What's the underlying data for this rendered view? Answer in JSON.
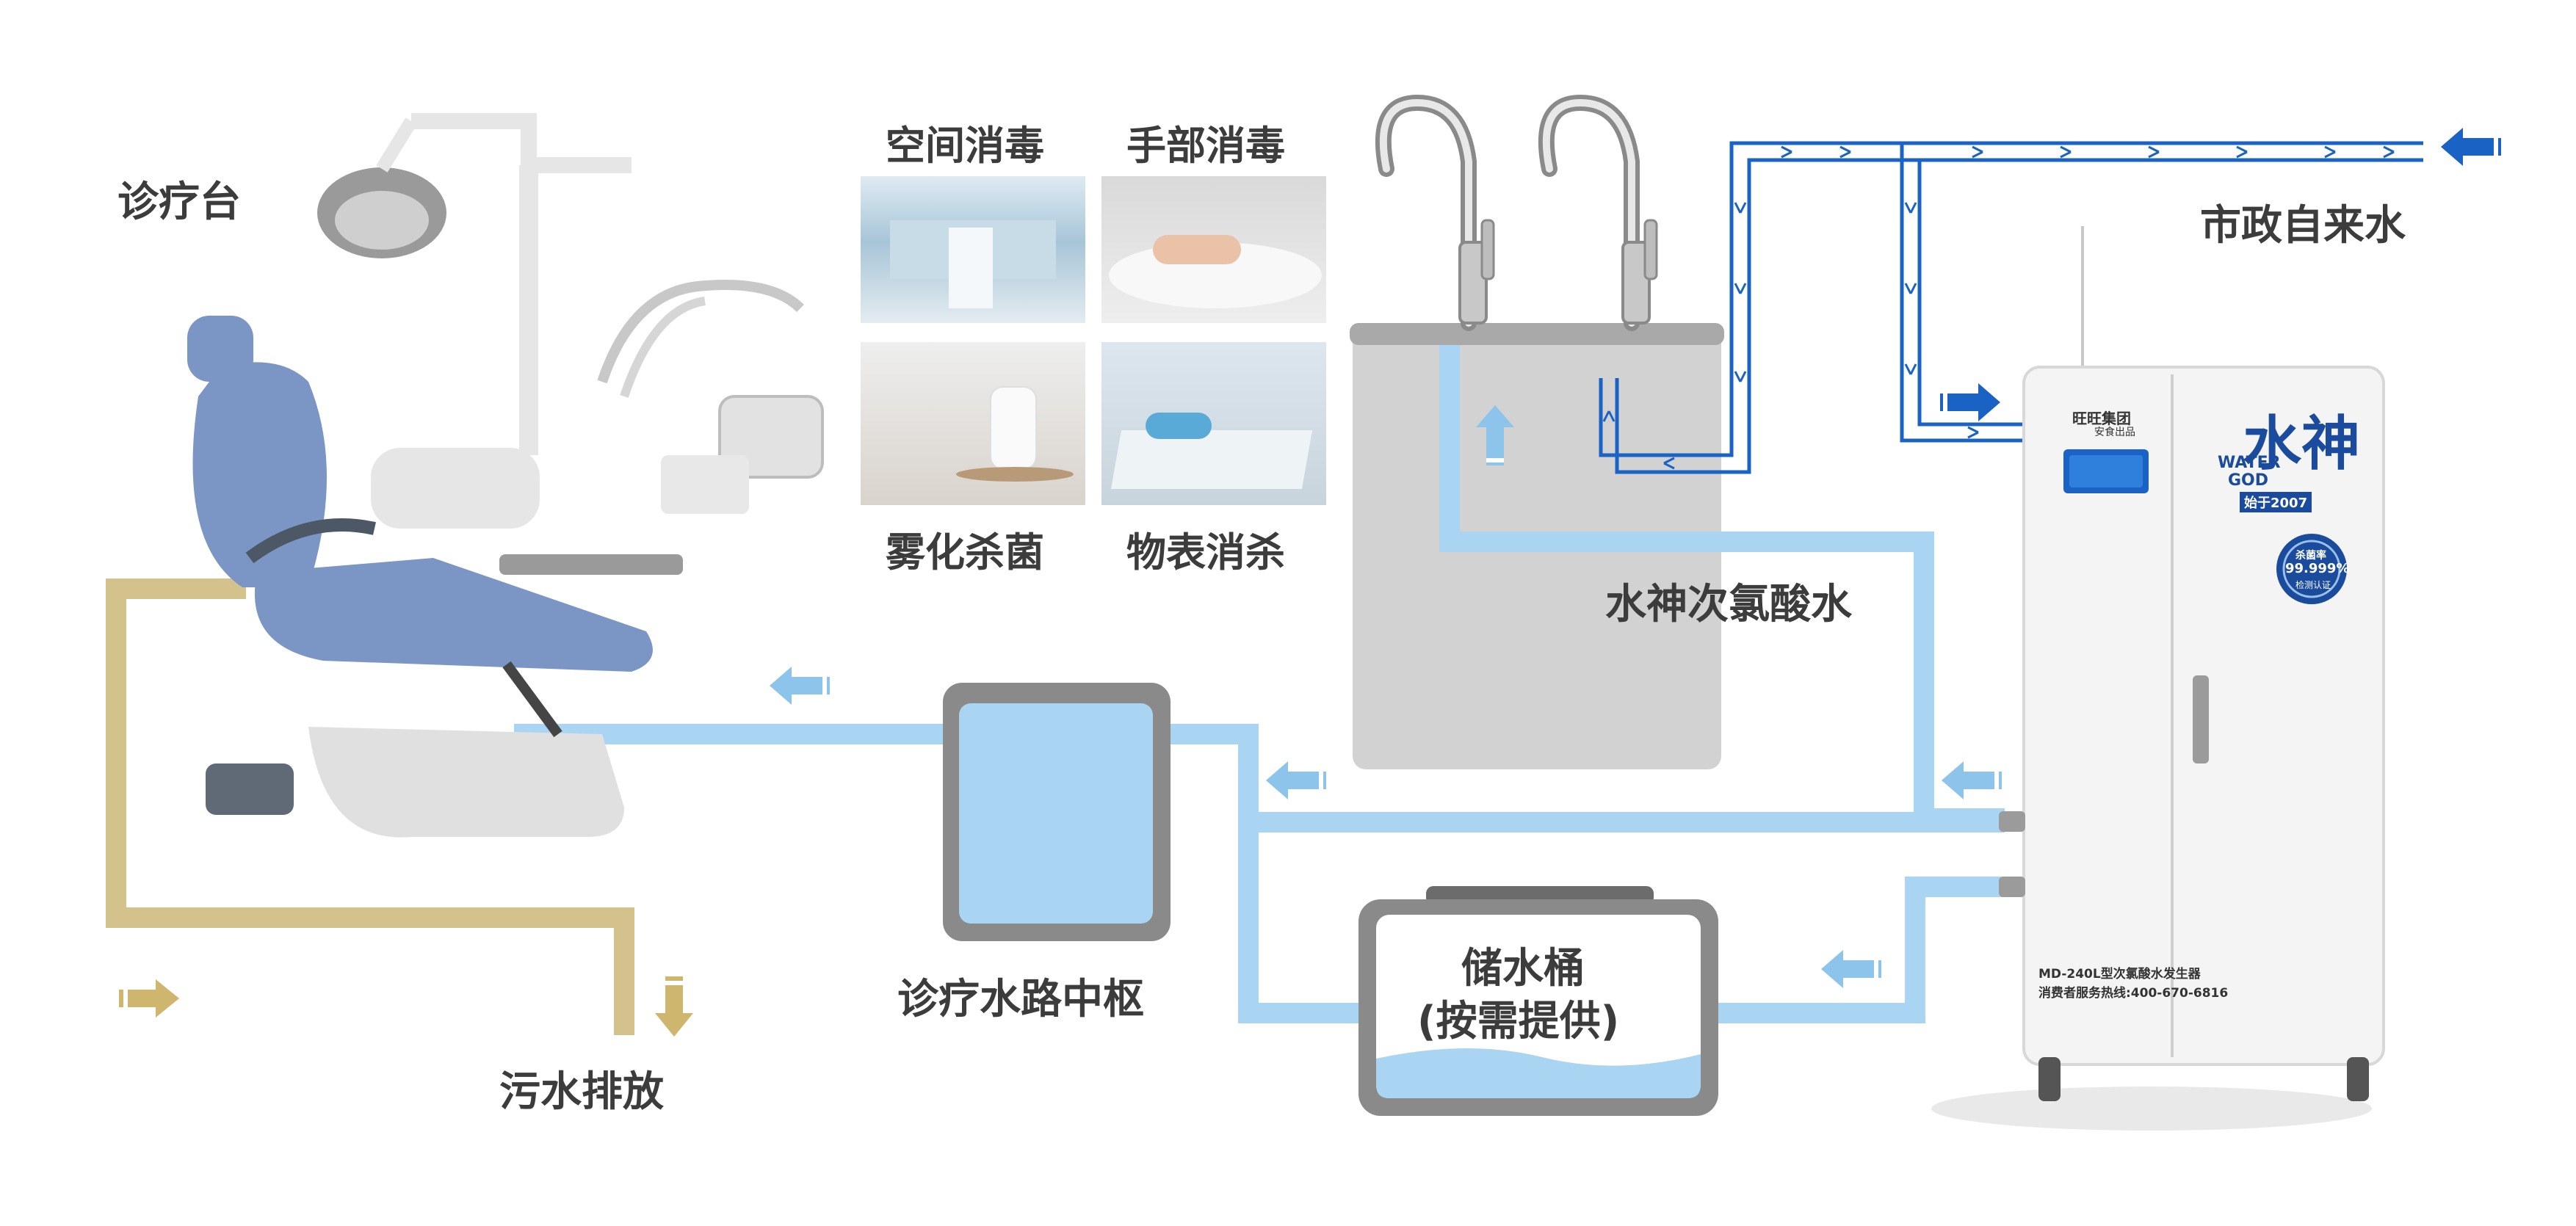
{
  "labels": {
    "dental_unit": "诊疗台",
    "space_disinfection": "空间消毒",
    "hand_disinfection": "手部消毒",
    "atomized_sterilization": "雾化杀菌",
    "surface_disinfection": "物表消杀",
    "hypochlorous_water": "水神次氯酸水",
    "municipal_water": "市政自来水",
    "water_hub": "诊疗水路中枢",
    "storage_bucket_line1": "储水桶",
    "storage_bucket_line2": "(按需提供)",
    "sewage_discharge": "污水排放"
  },
  "machine": {
    "brand_cn": "水神",
    "brand_en_line1": "WATER",
    "brand_en_line2": "GOD",
    "since": "始于2007",
    "group_logo": "旺旺集团",
    "group_sub": "安食出品",
    "badge_top": "杀菌率",
    "badge_value": "99.999%",
    "badge_bottom": "检测认证",
    "model": "MD-240L型次氯酸水发生器",
    "hotline": "消费者服务热线:400-670-6816"
  },
  "colors": {
    "clean_water": "#a9d4f2",
    "tap_pipe": "#1a62c4",
    "sewage": "#d4c28c",
    "sink": "#d2d2d2",
    "arrow_light": "#8cc4ec",
    "arrow_dark": "#1a62c4",
    "arrow_sewage": "#cfb66e",
    "text": "#3c3c3c"
  }
}
